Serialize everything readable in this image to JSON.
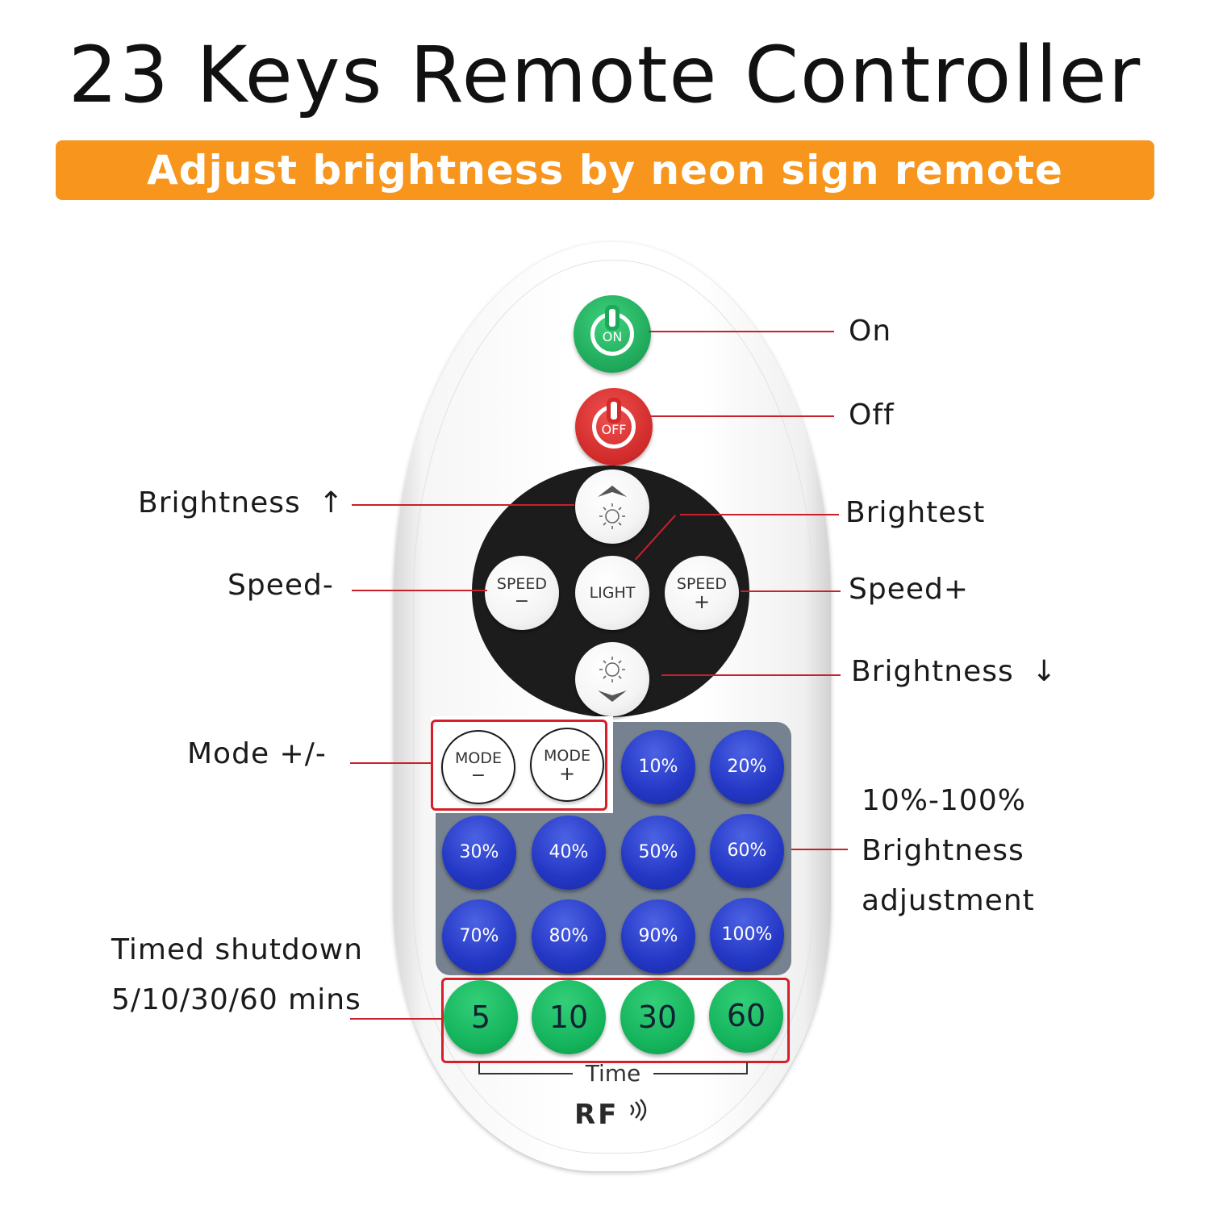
{
  "title": "23 Keys Remote Controller",
  "subtitle": "Adjust brightness by neon sign remote controller",
  "colors": {
    "banner": "#f7951d",
    "callout_line": "#c9202a",
    "highlight_box": "#d61f26",
    "on_button": "#1ea85a",
    "off_button": "#d02a2a",
    "percent_button": "#2337c5",
    "timer_button": "#14b45c",
    "dpad_disc": "#1c1c1c",
    "panel": "#76828f"
  },
  "remote": {
    "on_button": {
      "label": "ON",
      "icon": "power-icon"
    },
    "off_button": {
      "label": "OFF",
      "icon": "power-icon"
    },
    "brightness_up": {
      "icon": "sun-up-icon"
    },
    "brightness_down": {
      "icon": "sun-down-icon"
    },
    "light_button": {
      "label": "LIGHT"
    },
    "speed_minus": {
      "line1": "SPEED",
      "line2": "−"
    },
    "speed_plus": {
      "line1": "SPEED",
      "line2": "+"
    },
    "mode_minus": {
      "line1": "MODE",
      "line2": "−"
    },
    "mode_plus": {
      "line1": "MODE",
      "line2": "+"
    },
    "percent_buttons": [
      "10%",
      "20%",
      "30%",
      "40%",
      "50%",
      "60%",
      "70%",
      "80%",
      "90%",
      "100%"
    ],
    "timer_buttons": [
      "5",
      "10",
      "30",
      "60"
    ],
    "time_label": "Time",
    "brand": "RF",
    "brand_icon": "signal-waves-icon"
  },
  "callouts": {
    "on": "On",
    "off": "Off",
    "brightness_up": "Brightness",
    "brightness_up_arrow": "↑",
    "brightest": "Brightest",
    "speed_minus": "Speed-",
    "speed_plus": "Speed+",
    "brightness_down": "Brightness",
    "brightness_down_arrow": "↓",
    "mode": "Mode +/-",
    "percent_line1": "10%-100%",
    "percent_line2": "Brightness",
    "percent_line3": "adjustment",
    "timer_line1": "Timed shutdown",
    "timer_line2": "5/10/30/60 mins"
  }
}
